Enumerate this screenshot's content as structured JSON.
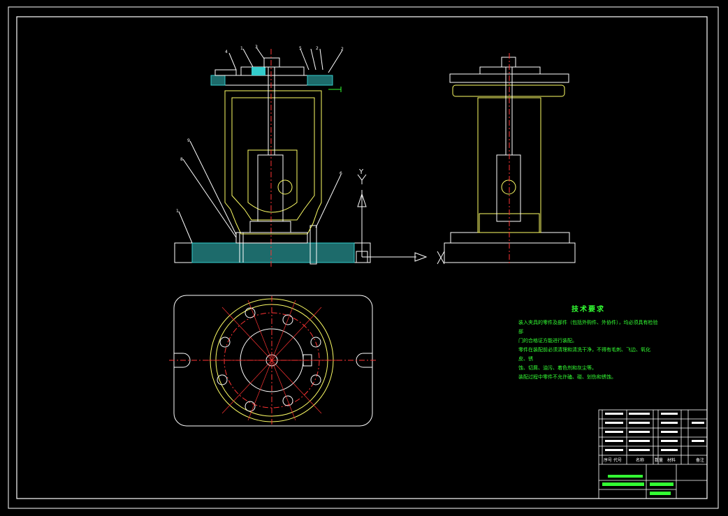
{
  "drawing": {
    "background": "#000000",
    "line_color": "#ffffff",
    "part_color": "#ffff66",
    "hatch_color": "#33cccc",
    "center_color": "#ff3333",
    "note_color": "#33ff33"
  },
  "balloons": {
    "front_top": [
      "4",
      "1",
      "3",
      "5",
      "2",
      "2"
    ],
    "front_left": [
      "9",
      "8",
      "1"
    ],
    "front_right": [
      "6"
    ]
  },
  "view_axis": {
    "y_label": "Y"
  },
  "tech_notes": {
    "title": "技术要求",
    "lines": [
      "装入夹具的零件及部件（包括外购件、外协件），均必须具有检验部",
      "门的合格证方能进行装配。",
      "零件在装配前必须清理和清洗干净，不得有毛刺、飞边、氧化皮、锈",
      "蚀、切屑、油污、着色剂和灰尘等。",
      "装配过程中零件不允许磕、碰、划伤和锈蚀。"
    ]
  },
  "title_block": {
    "header_cols": [
      "序号",
      "代号",
      "名称",
      "数量",
      "材料",
      "备注"
    ]
  }
}
